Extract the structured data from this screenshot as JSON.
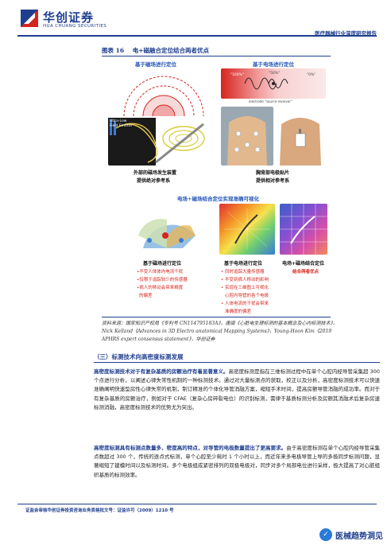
{
  "header": {
    "logo_cn": "华创证券",
    "logo_en": "HUA CHUANG SECURITIES",
    "report_title": "医疗器械行业深度研究报告"
  },
  "figure": {
    "number": "图表 16",
    "title": "电+磁融合定位结合两者优点",
    "mag_top_title": "基于磁场进行定位",
    "elec_top_title": "基于电场进行定位",
    "ultra_low_label": "Ultra-Low Field Emitter",
    "electrode_label": "electrode \"source-receiver\"",
    "pct_label_left": "\"100%\"",
    "pct_label_mid": "\"50%\"",
    "pct_label_right": "\"0%\"",
    "mag_caption_1": "外部的磁场发生装置",
    "mag_caption_2": "提供绝对参考系",
    "elec_caption_1": "胸背部电极贴片",
    "elec_caption_2": "提供相对参考系",
    "combined_title": "电场+磁场结合定位实现准确可视化",
    "col1_title": "基于磁场进行定位",
    "col1_items": [
      "•不受人体体内电流干扰",
      "•仅限于追踪较少的传感器",
      "•病人的移动会带来精度",
      "的偏差"
    ],
    "col2_title": "基于电场进行定位",
    "col2_items": [
      "• 同时追踪大量传感器",
      "• 不受到病人移动的影响",
      "• 实现在三维图上可视化",
      "心腔内导管的各个电极",
      "• 人体电流的干扰会带来",
      "准确度的偏差"
    ],
    "col3_title": "电场+磁场结合定位",
    "col3_item": "结合两者优点"
  },
  "source_text": "资料来源：国家知识产权局《专利号 CN114795183A》，唐闽《心脏电生理标测的基本概念及心内标测技术》，Nick Kelland《Advances in 3D Electro anatomical Mapping Systems》，Young-Hoon Kim《2019 APHRS expert consensus statement》，华创证券",
  "section_title": "（三）标测技术向高密度标测发展",
  "para1_lead": "高密度标测技术对于有复杂基质的房颤治疗有着显著意义。",
  "para1_body": "高密度标测是指在三维标测过程中在单个心腔内经导管采集超 300 个点进行分析，以阐述心律失常性机制的一种标测技术。通过对大量标测点的获取，校正以及分析，高密度标测技术可以快速准确阐明快速型房性心律失常的机制，制订精准的个体化导管消融方案，缩短手术时间，提高房颤导管消融的成功率。而对于有复杂基质的房颤治疗，例如对于 CFAE（复杂心房碎裂电位）的识别标测，需律于基质标测分析及房颤其消融术后复杂房速标测消融，高密度标测技术的优势尤为突出。",
  "para2_lead": "高密度标测具有标测点数量多、密度高的特点，对导管的电极数量提出了更高要求。",
  "para2_body": "由于高密度标测在单个心腔内经导管采集点数超过 300 个，传统的逐点式标测，单个心腔至少耗时 1 个小时以上，而近年来多电极导管上导的多极同步标测问题，显著缩短了建模时间以及标测时间。多个电极组成紧密排列的双极电极对，同步对多个局部电位进行采样，极大提高了对心脏组织基质的标测效率。",
  "footer": {
    "license": "证监会审核华创证券投资咨询业务资格批文号：证监许可（2009）1210 号",
    "watermark": "医械趋势洞见"
  },
  "colors": {
    "brand_blue": "#1f3e8f",
    "label_blue": "#2456b8",
    "highlight_red": "#d6241e"
  }
}
